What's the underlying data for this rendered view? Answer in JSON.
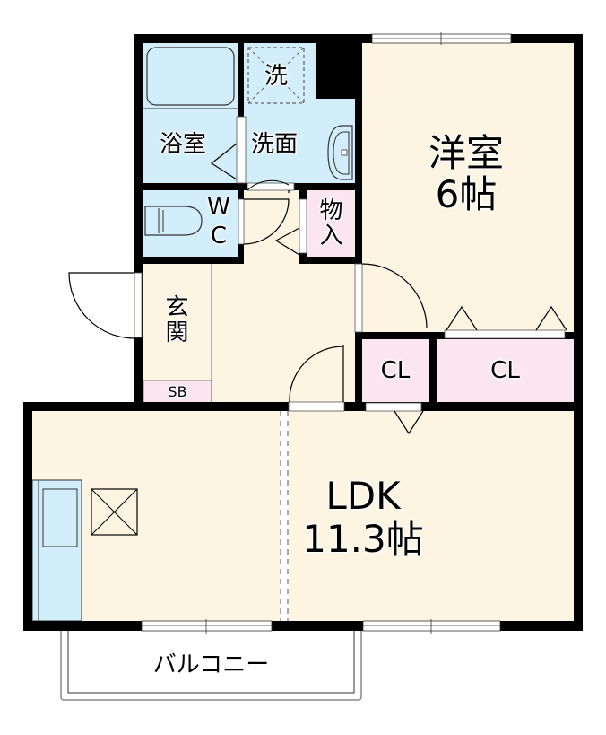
{
  "floor_plan": {
    "colors": {
      "wall": "#000000",
      "living_floor": "#fdf4e2",
      "wet_area": "#d3eefb",
      "storage": "#fbe6ef",
      "window": "#ffffff",
      "door_line": "#000000"
    },
    "rooms": {
      "western_room": {
        "name": "洋室",
        "size": "6帖"
      },
      "ldk": {
        "name": "LDK",
        "size": "11.3帖"
      },
      "bathroom": {
        "name": "浴室"
      },
      "washroom": {
        "name": "洗面"
      },
      "washing_machine": {
        "name": "洗"
      },
      "toilet": {
        "name_line1": "W",
        "name_line2": "C"
      },
      "storage_small": {
        "name": "物入"
      },
      "entrance": {
        "name": "玄関"
      },
      "shoe_box": {
        "name": "SB"
      },
      "closet_left": {
        "name": "CL"
      },
      "closet_right": {
        "name": "CL"
      },
      "balcony": {
        "name": "バルコニー"
      }
    }
  }
}
